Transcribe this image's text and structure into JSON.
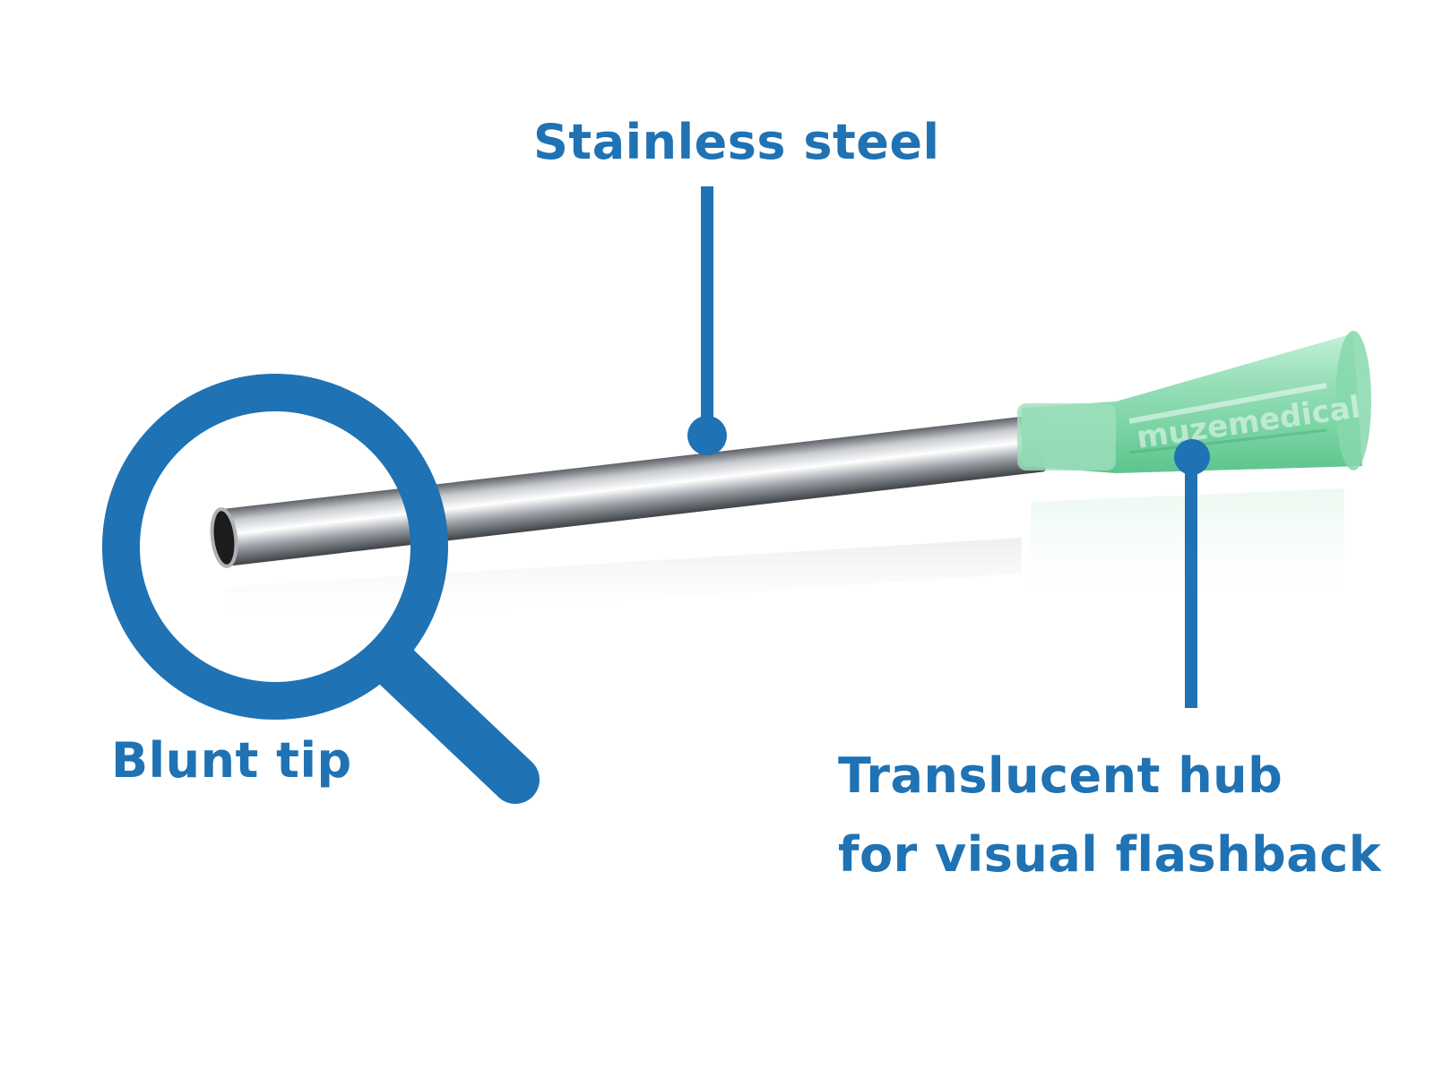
{
  "brand": {
    "watermark": "muzemedical"
  },
  "labels": {
    "steel": "Stainless steel",
    "tip": "Blunt tip",
    "hub_line1": "Translucent hub",
    "hub_line2": "for visual flashback"
  },
  "colors": {
    "accent": "#1f72b3",
    "hub": "#7fd2a6",
    "steel": "#b8bcc2"
  },
  "icons": {
    "magnifier": "magnifying-glass-icon"
  }
}
